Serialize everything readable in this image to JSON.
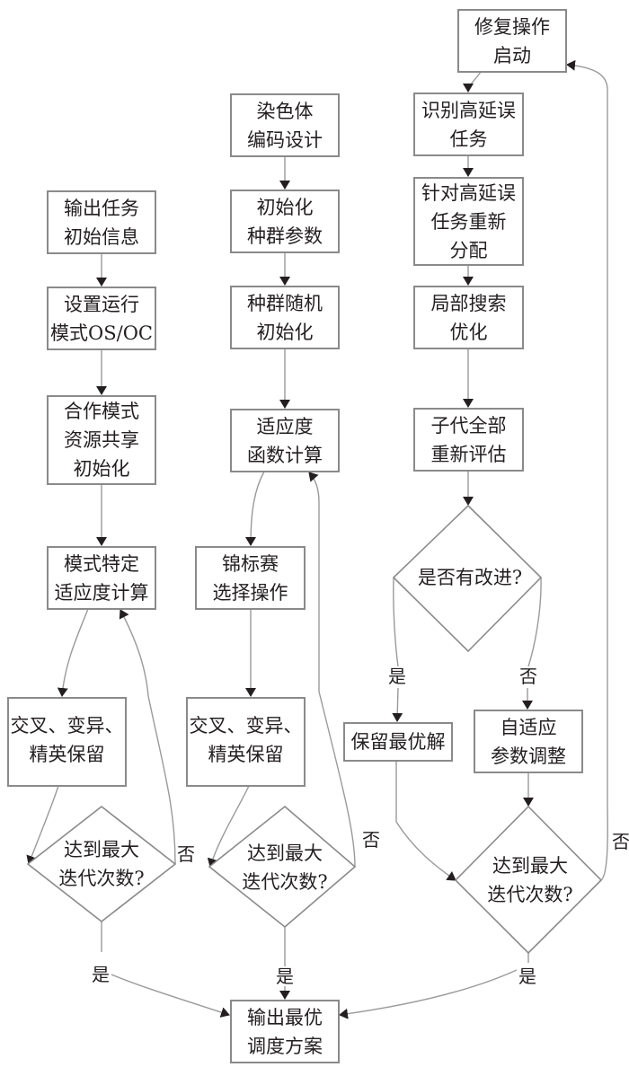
{
  "diagram": {
    "type": "flowchart",
    "columns": [
      {
        "name": "cooperative-mode",
        "nodes": [
          {
            "id": "c1n1",
            "text": "输出任务\n初始信息"
          },
          {
            "id": "c1n2",
            "text": "设置运行\n模式OS/OC"
          },
          {
            "id": "c1n3",
            "text": "合作模式\n资源共享\n初始化"
          },
          {
            "id": "c1n4",
            "text": "模式特定\n适应度计算"
          },
          {
            "id": "c1n5",
            "text": "交叉、变异、\n精英保留"
          },
          {
            "id": "c1d1",
            "text": "达到最大\n迭代次数?",
            "shape": "diamond"
          }
        ]
      },
      {
        "name": "genetic-algorithm",
        "nodes": [
          {
            "id": "c2n1",
            "text": "染色体\n编码设计"
          },
          {
            "id": "c2n2",
            "text": "初始化\n种群参数"
          },
          {
            "id": "c2n3",
            "text": "种群随机\n初始化"
          },
          {
            "id": "c2n4",
            "text": "适应度\n函数计算"
          },
          {
            "id": "c2n5",
            "text": "锦标赛\n选择操作"
          },
          {
            "id": "c2n6",
            "text": "交叉、变异、\n精英保留"
          },
          {
            "id": "c2d1",
            "text": "达到最大\n迭代次数?",
            "shape": "diamond"
          }
        ]
      },
      {
        "name": "repair-operation",
        "nodes": [
          {
            "id": "c3n1",
            "text": "修复操作\n启动"
          },
          {
            "id": "c3n2",
            "text": "识别高延误\n任务"
          },
          {
            "id": "c3n3",
            "text": "针对高延误\n任务重新\n分配"
          },
          {
            "id": "c3n4",
            "text": "局部搜索\n优化"
          },
          {
            "id": "c3n5",
            "text": "子代全部\n重新评估"
          },
          {
            "id": "c3d1",
            "text": "是否有改进?",
            "shape": "diamond"
          },
          {
            "id": "c3n6",
            "text": "保留最优解"
          },
          {
            "id": "c3n7",
            "text": "自适应\n参数调整"
          },
          {
            "id": "c3d2",
            "text": "达到最大\n迭代次数?",
            "shape": "diamond"
          }
        ]
      }
    ],
    "output": {
      "id": "out",
      "text": "输出最优\n调度方案"
    },
    "edge_labels": {
      "yes": "是",
      "no": "否"
    },
    "edges": [
      {
        "from": "c1n1",
        "to": "c1n2"
      },
      {
        "from": "c1n2",
        "to": "c1n3"
      },
      {
        "from": "c1n3",
        "to": "c1n4"
      },
      {
        "from": "c1n4",
        "to": "c1n5"
      },
      {
        "from": "c1n5",
        "to": "c1d1"
      },
      {
        "from": "c1d1",
        "to": "c1n4",
        "label": "否"
      },
      {
        "from": "c1d1",
        "to": "out",
        "label": "是"
      },
      {
        "from": "c2n1",
        "to": "c2n2"
      },
      {
        "from": "c2n2",
        "to": "c2n3"
      },
      {
        "from": "c2n3",
        "to": "c2n4"
      },
      {
        "from": "c2n4",
        "to": "c2n5"
      },
      {
        "from": "c2n5",
        "to": "c2n6"
      },
      {
        "from": "c2n6",
        "to": "c2d1"
      },
      {
        "from": "c2d1",
        "to": "c2n4",
        "label": "否"
      },
      {
        "from": "c2d1",
        "to": "out",
        "label": "是"
      },
      {
        "from": "c3n1",
        "to": "c3n2"
      },
      {
        "from": "c3n2",
        "to": "c3n3"
      },
      {
        "from": "c3n3",
        "to": "c3n4"
      },
      {
        "from": "c3n4",
        "to": "c3n5"
      },
      {
        "from": "c3n5",
        "to": "c3d1"
      },
      {
        "from": "c3d1",
        "to": "c3n6",
        "label": "是"
      },
      {
        "from": "c3d1",
        "to": "c3n7",
        "label": "否"
      },
      {
        "from": "c3n6",
        "to": "c3d2"
      },
      {
        "from": "c3n7",
        "to": "c3d2"
      },
      {
        "from": "c3d2",
        "to": "c3n1",
        "label": "否"
      },
      {
        "from": "c3d2",
        "to": "out",
        "label": "是"
      }
    ],
    "colors": {
      "border": "#8a8a8a",
      "line": "#9a9a9a",
      "arrow": "#231f20",
      "text": "#231f20"
    }
  }
}
